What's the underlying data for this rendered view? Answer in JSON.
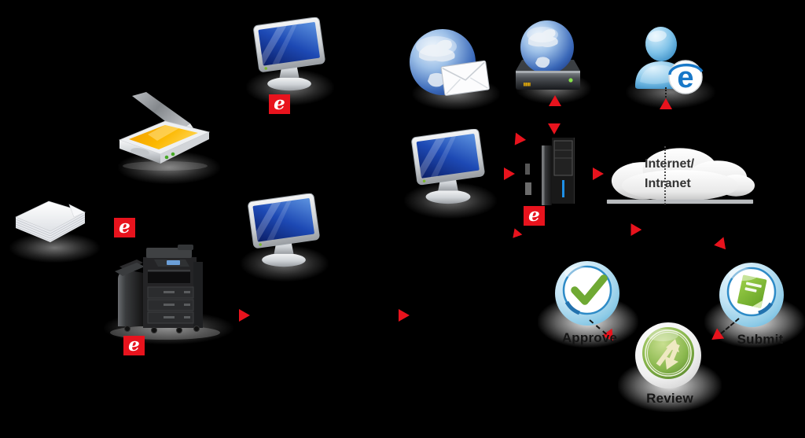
{
  "canvas": {
    "background": "#000000"
  },
  "badges": {
    "toshiba_e": "e",
    "ie_e": "e",
    "badge_color": "#e8131d",
    "badge_text_color": "#ffffff"
  },
  "cloud": {
    "line1": "Internet/",
    "line2": "Intranet",
    "text_color": "#333333"
  },
  "workflow": {
    "approve_label": "Approve",
    "review_label": "Review",
    "submit_label": "Submit"
  },
  "colors": {
    "arrow_red": "#e8131d",
    "server_led": "#1f8fe6",
    "monitor_screen": "#1d49b4",
    "scanner_glass": "#f7a800",
    "sphere_blue": "#8ecbe7",
    "check_green": "#6fa933",
    "review_disc_green": "#57822a",
    "ie_blue": "#1878c8"
  },
  "icons": {
    "paper_stack": "paper-stack",
    "scanner": "flatbed-scanner",
    "printer": "multifunction-printer",
    "monitor": "desktop-monitor",
    "globe_email": "globe-email",
    "globe_harddrive": "globe-harddrive",
    "user_ie": "user-with-internet-explorer",
    "server": "server-tower",
    "cloud": "internet-cloud",
    "approve": "approve-check-sphere",
    "review": "review-arrows-sphere",
    "submit": "submit-document-sphere",
    "arrowhead": "red-arrowhead"
  }
}
